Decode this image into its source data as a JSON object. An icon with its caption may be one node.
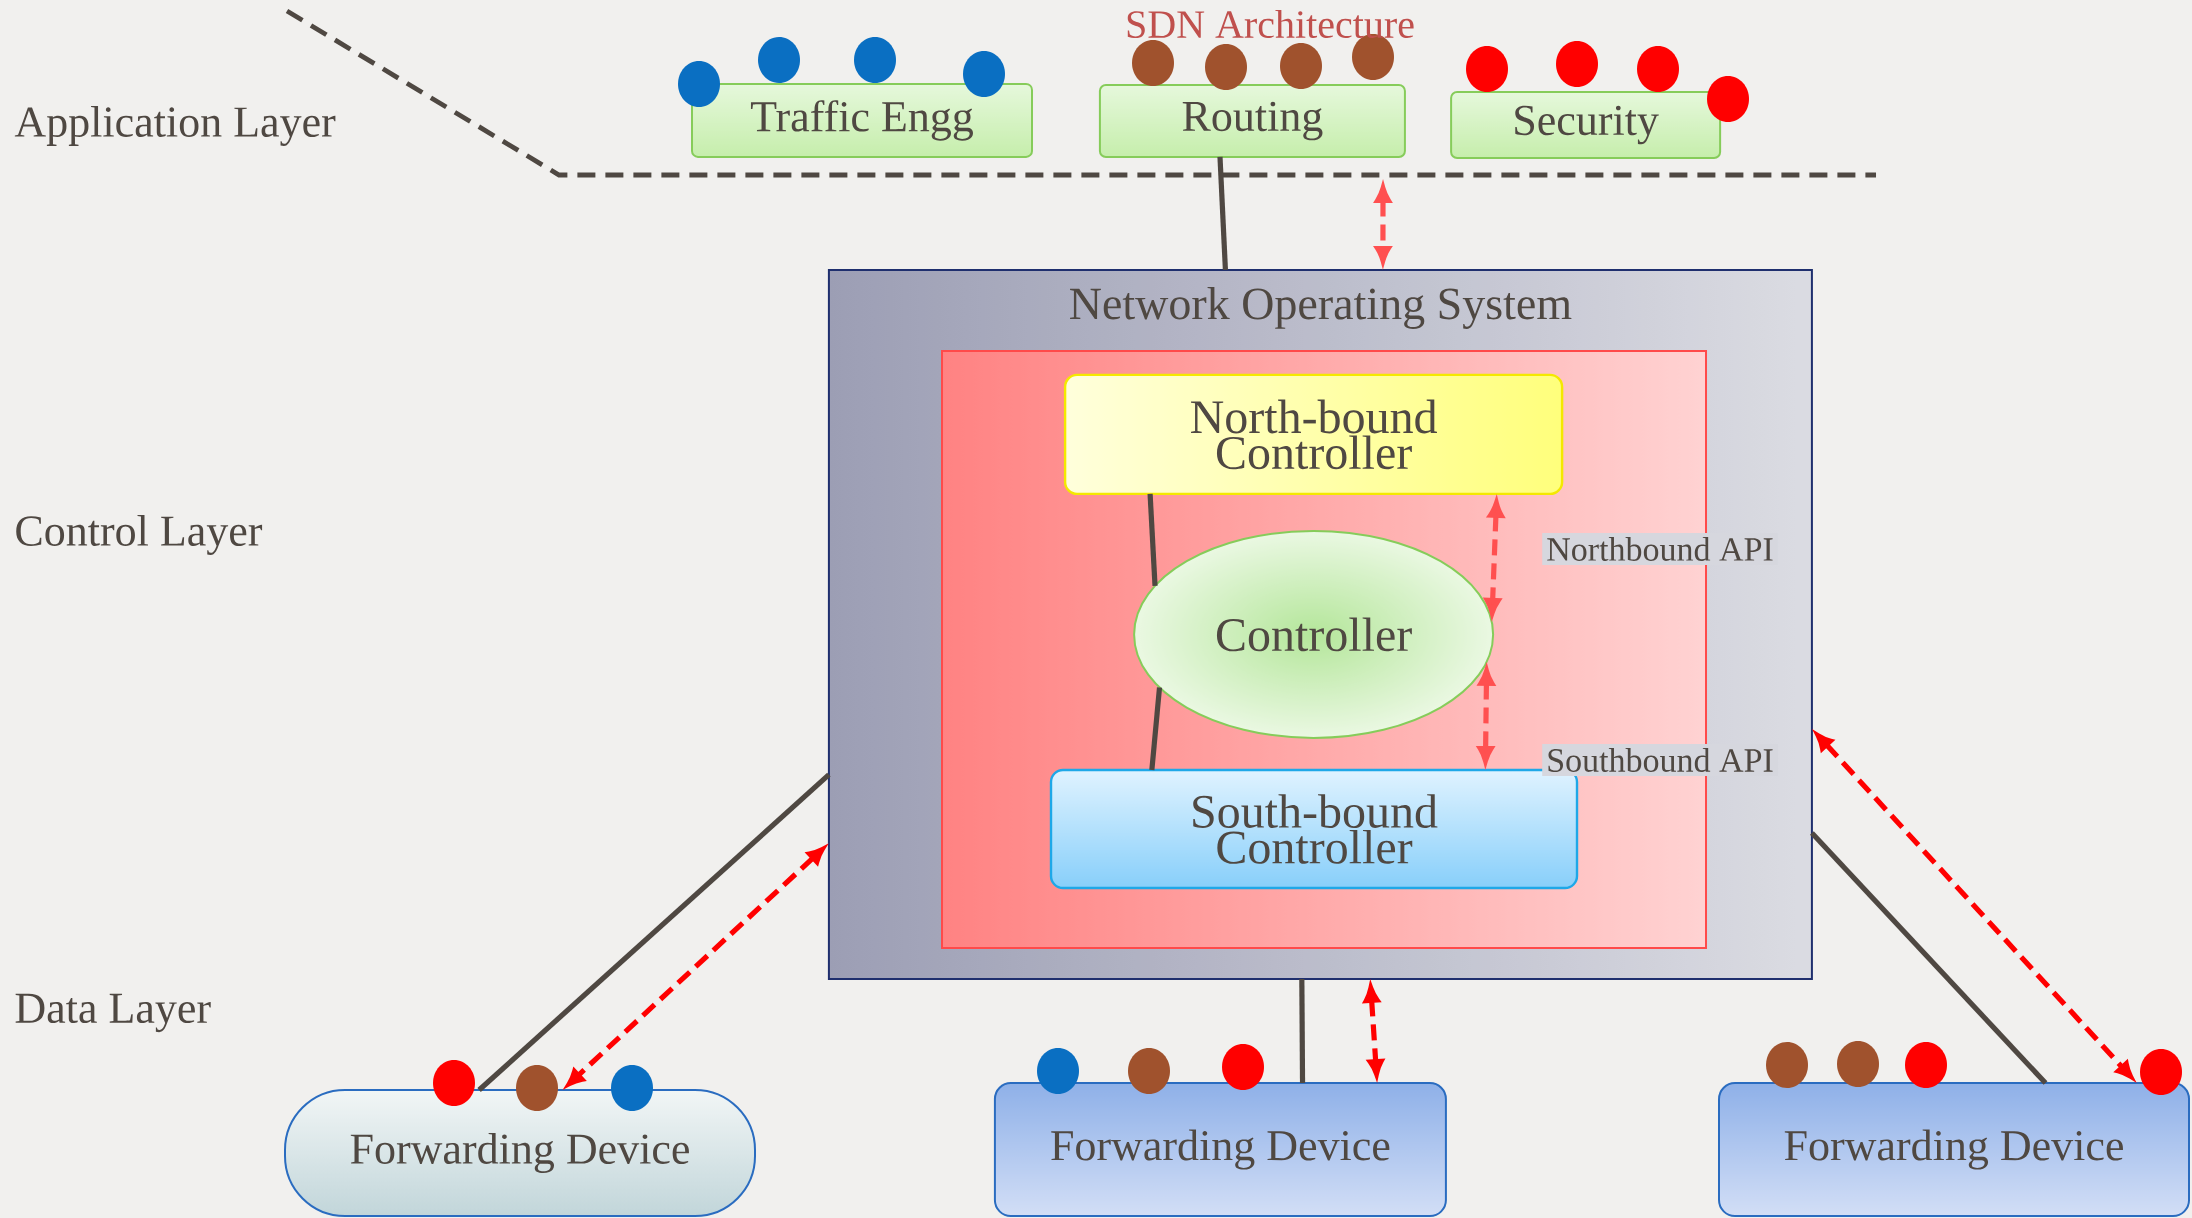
{
  "diagram": {
    "title": "SDN Architecture",
    "nodes": [
      {
        "text": [
          "Traffic Engg"
        ]
      },
      {
        "text": [
          "Routing"
        ]
      },
      {
        "text": [
          "Security"
        ]
      },
      {
        "text": [
          "Network Operating System"
        ]
      },
      {
        "text": [],
        "shape": "box",
        "in": 3
      },
      {
        "text": [
          "North-bound Controller"
        ],
        "in": 4
      },
      {
        "text": [
          "Controller"
        ],
        "in": 4
      },
      {
        "text": [
          "South-bound Controller"
        ],
        "in": 4
      },
      {
        "text": [
          "Forwarding Device"
        ]
      },
      {
        "text": [
          "Forwarding Device"
        ]
      },
      {
        "text": [
          "Forwarding Device"
        ]
      }
    ],
    "edges": [
      {
        "from": 1,
        "to": 3,
        "arrow": "none"
      },
      {
        "from": null,
        "to": 3,
        "arrow": "both",
        "style": "dashed",
        "color": "#ff5050"
      },
      {
        "from": 5,
        "to": 6,
        "arrow": "none"
      },
      {
        "from": 6,
        "to": 7,
        "arrow": "none"
      },
      {
        "from": 5,
        "to": 6,
        "arrow": "both",
        "style": "dashed",
        "color": "#ff5050",
        "label": "Northbound API"
      },
      {
        "from": 6,
        "to": 7,
        "arrow": "both",
        "style": "dashed",
        "color": "#ff5050",
        "label": "Southbound API"
      },
      {
        "from": 3,
        "to": 8,
        "arrow": "none"
      },
      {
        "from": 3,
        "to": 8,
        "arrow": "both",
        "style": "dashed",
        "color": "#ff0000"
      },
      {
        "from": 3,
        "to": 9,
        "arrow": "none"
      },
      {
        "from": 3,
        "to": 9,
        "arrow": "both",
        "style": "dashed",
        "color": "#ff0000"
      },
      {
        "from": 3,
        "to": 10,
        "arrow": "none"
      },
      {
        "from": 3,
        "to": 10,
        "arrow": "both",
        "style": "dashed",
        "color": "#ff0000"
      }
    ],
    "labels": [
      "Application Layer",
      "Control Layer",
      "Data Layer"
    ]
  }
}
